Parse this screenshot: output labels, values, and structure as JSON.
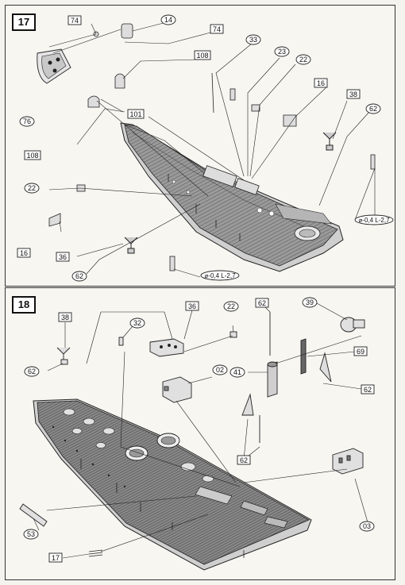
{
  "steps": [
    {
      "number": "17",
      "callouts": [
        {
          "id": "c74a",
          "text": "74",
          "shape": "box"
        },
        {
          "id": "c14",
          "text": "14",
          "shape": "oval"
        },
        {
          "id": "c74b",
          "text": "74",
          "shape": "box"
        },
        {
          "id": "c33",
          "text": "33",
          "shape": "oval"
        },
        {
          "id": "c23",
          "text": "23",
          "shape": "oval"
        },
        {
          "id": "c22a",
          "text": "22",
          "shape": "oval"
        },
        {
          "id": "c108a",
          "text": "108",
          "shape": "box"
        },
        {
          "id": "c16a",
          "text": "16",
          "shape": "box"
        },
        {
          "id": "c38",
          "text": "38",
          "shape": "box"
        },
        {
          "id": "c62a",
          "text": "62",
          "shape": "oval"
        },
        {
          "id": "c101",
          "text": "101",
          "shape": "box"
        },
        {
          "id": "c76",
          "text": "76",
          "shape": "oval"
        },
        {
          "id": "c108b",
          "text": "108",
          "shape": "box"
        },
        {
          "id": "c22b",
          "text": "22",
          "shape": "oval"
        },
        {
          "id": "c16b",
          "text": "16",
          "shape": "box"
        },
        {
          "id": "c36",
          "text": "36",
          "shape": "box"
        },
        {
          "id": "c62b",
          "text": "62",
          "shape": "oval"
        },
        {
          "id": "dimA",
          "text": "⌀-0,4 L-2,7",
          "shape": "oval"
        },
        {
          "id": "dimB",
          "text": "⌀-0,4 L-2,7",
          "shape": "oval"
        }
      ]
    },
    {
      "number": "18",
      "callouts": [
        {
          "id": "d38",
          "text": "38",
          "shape": "box"
        },
        {
          "id": "d36",
          "text": "36",
          "shape": "box"
        },
        {
          "id": "d22",
          "text": "22",
          "shape": "oval"
        },
        {
          "id": "d62a",
          "text": "62",
          "shape": "box"
        },
        {
          "id": "d39",
          "text": "39",
          "shape": "oval"
        },
        {
          "id": "d32",
          "text": "32",
          "shape": "oval"
        },
        {
          "id": "d69",
          "text": "69",
          "shape": "box"
        },
        {
          "id": "d62b",
          "text": "62",
          "shape": "oval"
        },
        {
          "id": "d02",
          "text": "02",
          "shape": "oval"
        },
        {
          "id": "d41",
          "text": "41",
          "shape": "oval"
        },
        {
          "id": "d62c",
          "text": "62",
          "shape": "box"
        },
        {
          "id": "d62d",
          "text": "62",
          "shape": "box"
        },
        {
          "id": "d03",
          "text": "03",
          "shape": "oval"
        },
        {
          "id": "d53",
          "text": "53",
          "shape": "oval"
        },
        {
          "id": "d17",
          "text": "17",
          "shape": "box"
        }
      ]
    }
  ],
  "colors": {
    "ink": "#111111",
    "paper": "#f7f6f1",
    "deck": "#7d7d7d",
    "deck_dark": "#4a4a4a"
  }
}
